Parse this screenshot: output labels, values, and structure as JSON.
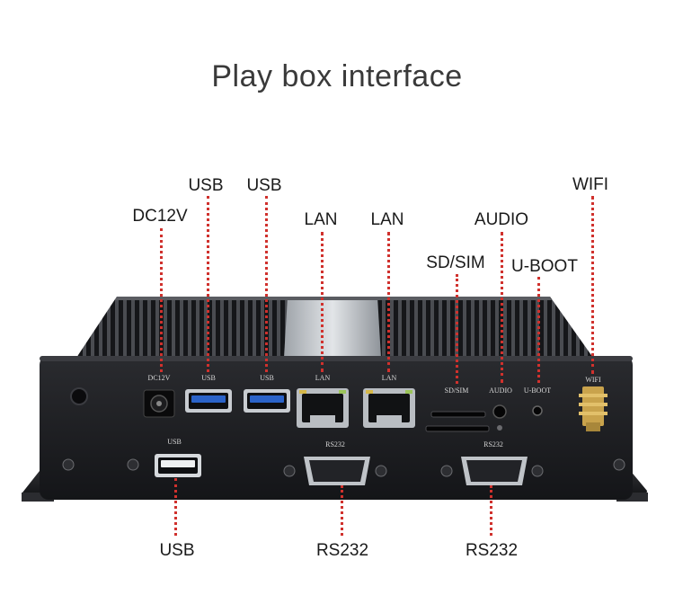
{
  "title": "Play box interface",
  "callouts": {
    "dc12v": "DC12V",
    "usb_top_1": "USB",
    "usb_top_2": "USB",
    "lan_1": "LAN",
    "lan_2": "LAN",
    "sd_sim": "SD/SIM",
    "audio": "AUDIO",
    "u_boot": "U-BOOT",
    "wifi": "WIFI",
    "usb_bottom": "USB",
    "rs232_1": "RS232",
    "rs232_2": "RS232"
  },
  "panel_labels": {
    "dc12v": "DC12V",
    "usb_1": "USB",
    "usb_2": "USB",
    "lan_1": "LAN",
    "lan_2": "LAN",
    "sd_sim": "SD/SIM",
    "audio": "AUDIO",
    "u_boot": "U-BOOT",
    "wifi": "WIFI",
    "usb_bottom": "USB",
    "rs232_1": "RS232",
    "rs232_2": "RS232"
  },
  "colors": {
    "leader": "#d0312d",
    "chassis": "#1c1d20",
    "usb_blue": "#2b63c9"
  }
}
